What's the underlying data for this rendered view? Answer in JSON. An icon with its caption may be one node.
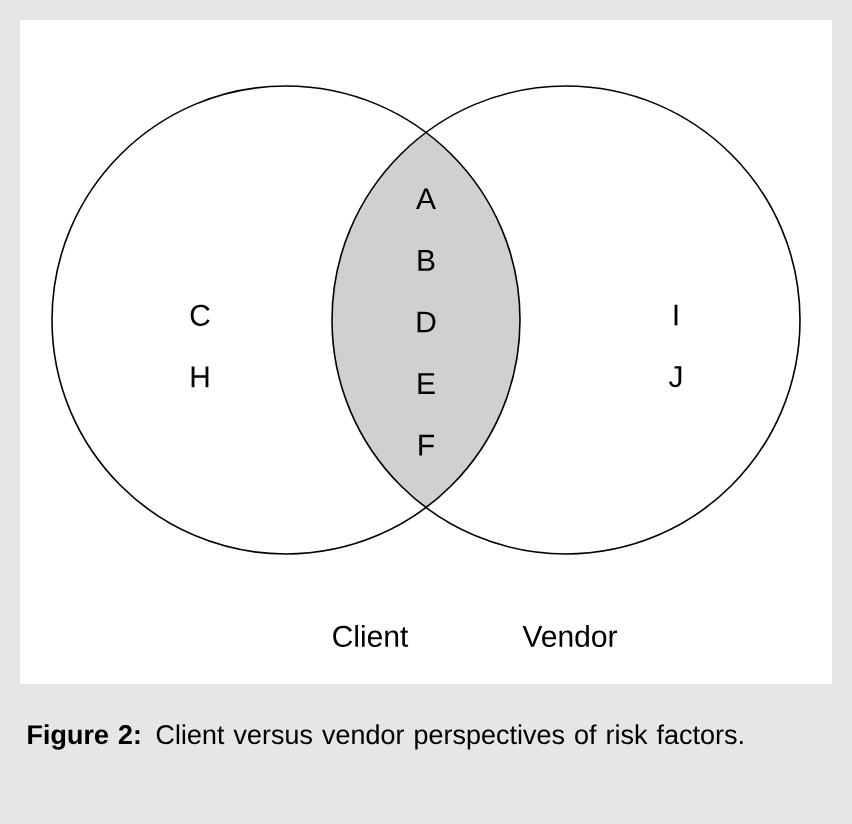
{
  "diagram": {
    "caption": "**Figure 2:** Client versus vendor perspectives of risk factors.",
    "nodes": [
      {
        "text": [
          "C H"
        ],
        "beside": [
          "Client"
        ]
      },
      {
        "text": [
          "I J"
        ],
        "beside": [
          "Vendor"
        ]
      },
      {
        "text": [
          "A B D E F"
        ]
      }
    ]
  }
}
